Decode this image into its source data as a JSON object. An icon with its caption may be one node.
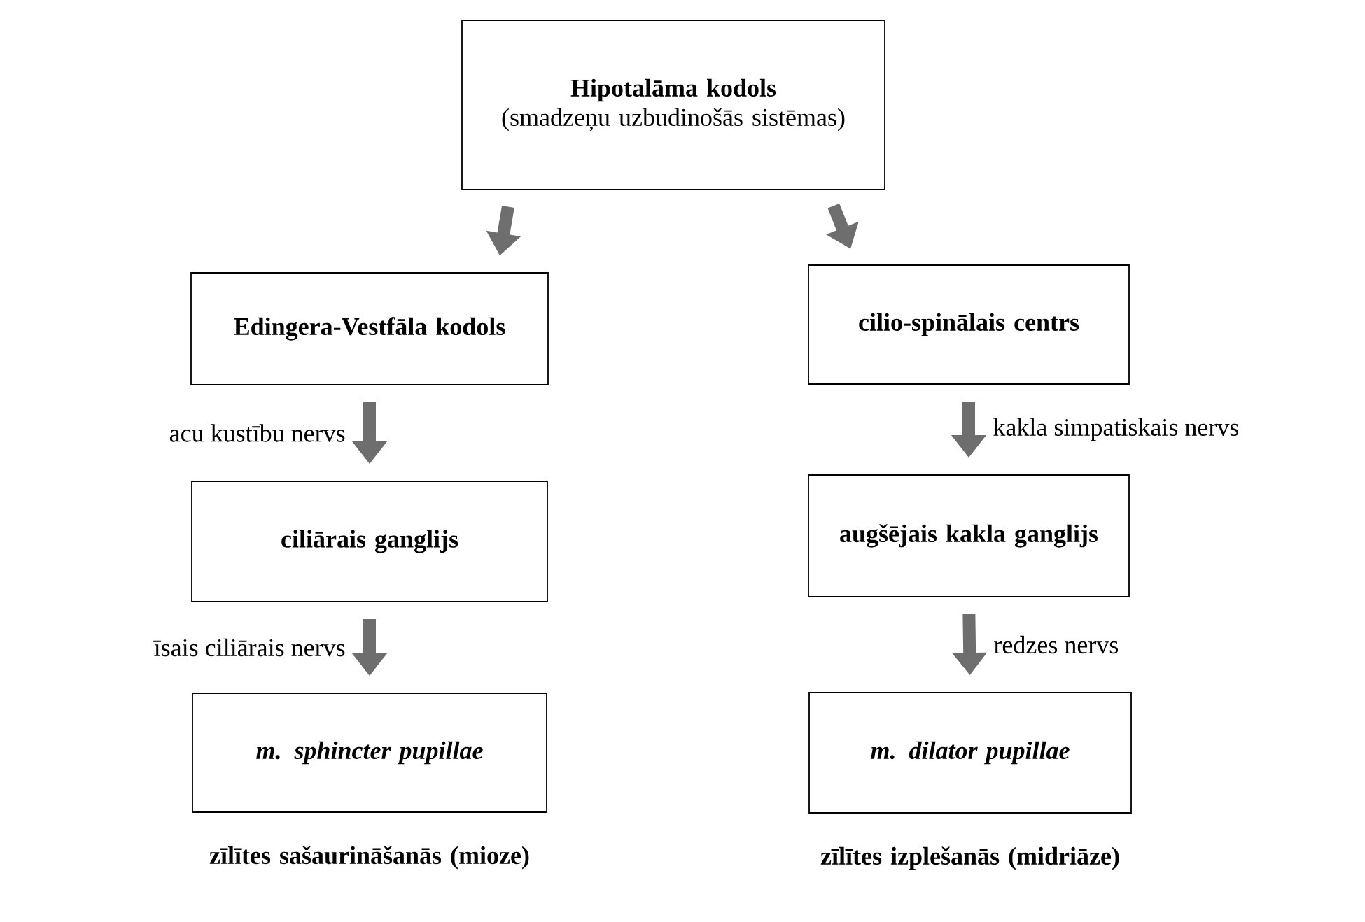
{
  "diagram": {
    "nodes": [
      {
        "text": [
          "Hipotalāma kodols",
          "(smadzeņu uzbudinošās sistēmas)"
        ]
      },
      {
        "text": [
          "Edingera-Vestfāla kodols"
        ]
      },
      {
        "text": [
          "cilio-spinālais centrs"
        ]
      },
      {
        "text": [
          "ciliārais ganglijs"
        ]
      },
      {
        "text": [
          "augšējais kakla ganglijs"
        ]
      },
      {
        "text": [
          "m. sphincter pupillae"
        ],
        "beside": [
          "zīlītes sašaurināšanās (mioze)"
        ]
      },
      {
        "text": [
          "m. dilator pupillae"
        ],
        "beside": [
          "zīlītes izplešanās (midriāze)"
        ]
      }
    ],
    "edges": [
      {
        "from": 0,
        "to": 1,
        "arrow": "to"
      },
      {
        "from": 0,
        "to": 2,
        "arrow": "to"
      },
      {
        "from": 1,
        "to": 3,
        "arrow": "to",
        "label": "acu kustību nervs"
      },
      {
        "from": 2,
        "to": 4,
        "arrow": "to",
        "label": "kakla simpatiskais nervs"
      },
      {
        "from": 3,
        "to": 5,
        "arrow": "to",
        "label": "īsais ciliārais nervs"
      },
      {
        "from": 4,
        "to": 6,
        "arrow": "to",
        "label": "redzes nervs"
      }
    ]
  }
}
